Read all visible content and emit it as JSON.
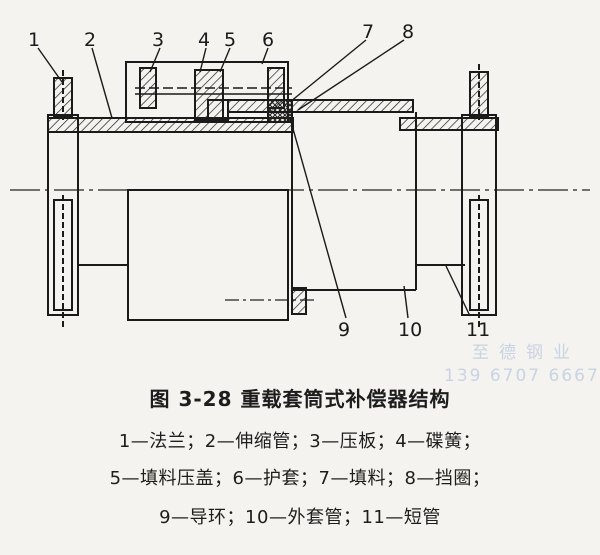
{
  "figure": {
    "title": "图 3-28   重载套筒式补偿器结构",
    "legend_lines": [
      "1—法兰；2—伸缩管；3—压板；4—碟簧；",
      "5—填料压盖；6—护套；7—填料；8—挡圈；",
      "9—导环；10—外套管；11—短管"
    ]
  },
  "part_numbers": [
    "1",
    "2",
    "3",
    "4",
    "5",
    "6",
    "7",
    "8",
    "9",
    "10",
    "11"
  ],
  "watermark": {
    "company": "至德钢业",
    "phone": "139 6707 6667"
  }
}
